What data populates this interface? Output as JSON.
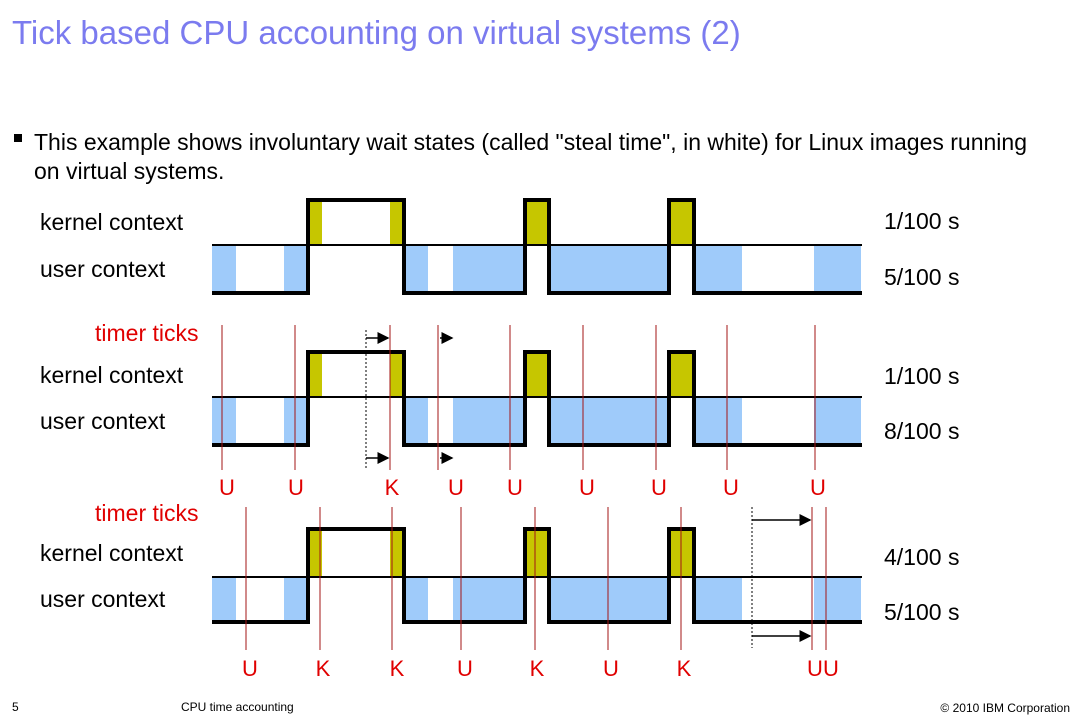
{
  "title": "Tick based CPU accounting on virtual systems (2)",
  "bullet": "This example shows involuntary wait states (called \"steal time\", in white) for Linux images running on virtual systems.",
  "labels": {
    "kernel": "kernel context",
    "user": "user context",
    "ticks": "timer ticks"
  },
  "panels": [
    {
      "kernel_time": "1/100 s",
      "user_time": "5/100 s"
    },
    {
      "kernel_time": "1/100 s",
      "user_time": "8/100 s",
      "tick_marks": [
        "U",
        "U",
        "K",
        "U",
        "U",
        "U",
        "U",
        "U",
        "U"
      ]
    },
    {
      "kernel_time": "4/100 s",
      "user_time": "5/100 s",
      "tick_marks": [
        "U",
        "K",
        "K",
        "U",
        "K",
        "U",
        "K",
        "U",
        "U"
      ]
    }
  ],
  "colors": {
    "title": "#7b7bef",
    "user_run": "#9fcbfa",
    "kernel_run": "#c6c600",
    "tick_label": "#e00000",
    "tick_line": "#a31515"
  },
  "footer": {
    "page": "5",
    "topic": "CPU time accounting",
    "copyright": "© 2010 IBM Corporation"
  }
}
